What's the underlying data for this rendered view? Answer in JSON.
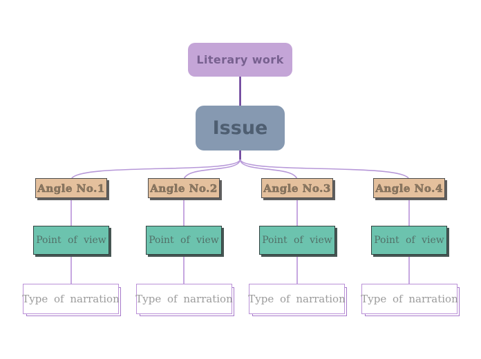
{
  "palette": {
    "background": "#ffffff",
    "root_fill": "#c4a5d7",
    "root_text": "#77608f",
    "issue_fill": "#8699b1",
    "issue_text": "#4e5e71",
    "angle_fill": "#e4c09d",
    "angle_border": "#4c4c4c",
    "pov_fill": "#6cc3ae",
    "pov_border": "#31413f",
    "narration_fill": "#ffffff",
    "narration_border": "#ba90d7",
    "connector_dark_purple": "#5e3192",
    "connector_light_purple": "#c6a7e0"
  },
  "diagram": {
    "root": {
      "label": "Literary work"
    },
    "issue": {
      "label": "Issue"
    },
    "columns": [
      {
        "angle": "Angle No.1",
        "pov": "Point of view",
        "narration": "Type of narration"
      },
      {
        "angle": "Angle No.2",
        "pov": "Point of view",
        "narration": "Type of narration"
      },
      {
        "angle": "Angle No.3",
        "pov": "Point of view",
        "narration": "Type of narration"
      },
      {
        "angle": "Angle No.4",
        "pov": "Point of view",
        "narration": "Type of narration"
      }
    ]
  }
}
